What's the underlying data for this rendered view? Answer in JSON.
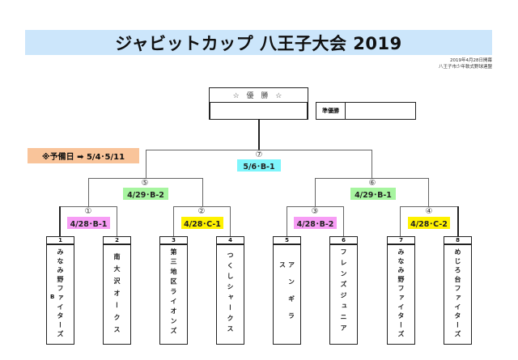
{
  "header": {
    "title": "ジャビットカップ 八王子大会 2019",
    "opening_date": "2019年4月28日開幕",
    "organizer": "八王子市少年軟式野球連盟"
  },
  "winner_box": {
    "label": "☆ 優 勝 ☆",
    "value": ""
  },
  "runner_up_box": {
    "label": "準優勝",
    "value": ""
  },
  "reserve_note": "※予備日 ➡ 5/4･5/11",
  "colors": {
    "title_bg": "#cce6fb",
    "reserve_bg": "#f9c49a",
    "final_tag": "#7ff5fb",
    "semi_tag": "#a7f5a0",
    "round1_b_tag": "#f79df5",
    "round1_c_tag": "#fff200"
  },
  "matches": [
    {
      "id": "m1",
      "number": "①",
      "schedule": "4/28･B-1"
    },
    {
      "id": "m2",
      "number": "②",
      "schedule": "4/28･C-1"
    },
    {
      "id": "m3",
      "number": "③",
      "schedule": "4/28･B-2"
    },
    {
      "id": "m4",
      "number": "④",
      "schedule": "4/28･C-2"
    },
    {
      "id": "m5",
      "number": "⑤",
      "schedule": "4/29･B-2"
    },
    {
      "id": "m6",
      "number": "⑥",
      "schedule": "4/29･B-1"
    },
    {
      "id": "m7",
      "number": "⑦",
      "schedule": "5/6･B-1"
    }
  ],
  "teams": [
    {
      "seed": "1",
      "name": "みなみ野ファイターズ",
      "suffix": "B"
    },
    {
      "seed": "2",
      "name": "南大沢オークス",
      "suffix": ""
    },
    {
      "seed": "3",
      "name": "第三地区ライオンズ",
      "suffix": ""
    },
    {
      "seed": "4",
      "name": "つくしシャークス",
      "suffix": ""
    },
    {
      "seed": "5",
      "name": "アンギラス",
      "suffix": ""
    },
    {
      "seed": "6",
      "name": "フレンズジュニア",
      "suffix": ""
    },
    {
      "seed": "7",
      "name": "みなみ野ファイターズ",
      "suffix": ""
    },
    {
      "seed": "8",
      "name": "めじろ台ファイターズ",
      "suffix": ""
    }
  ]
}
